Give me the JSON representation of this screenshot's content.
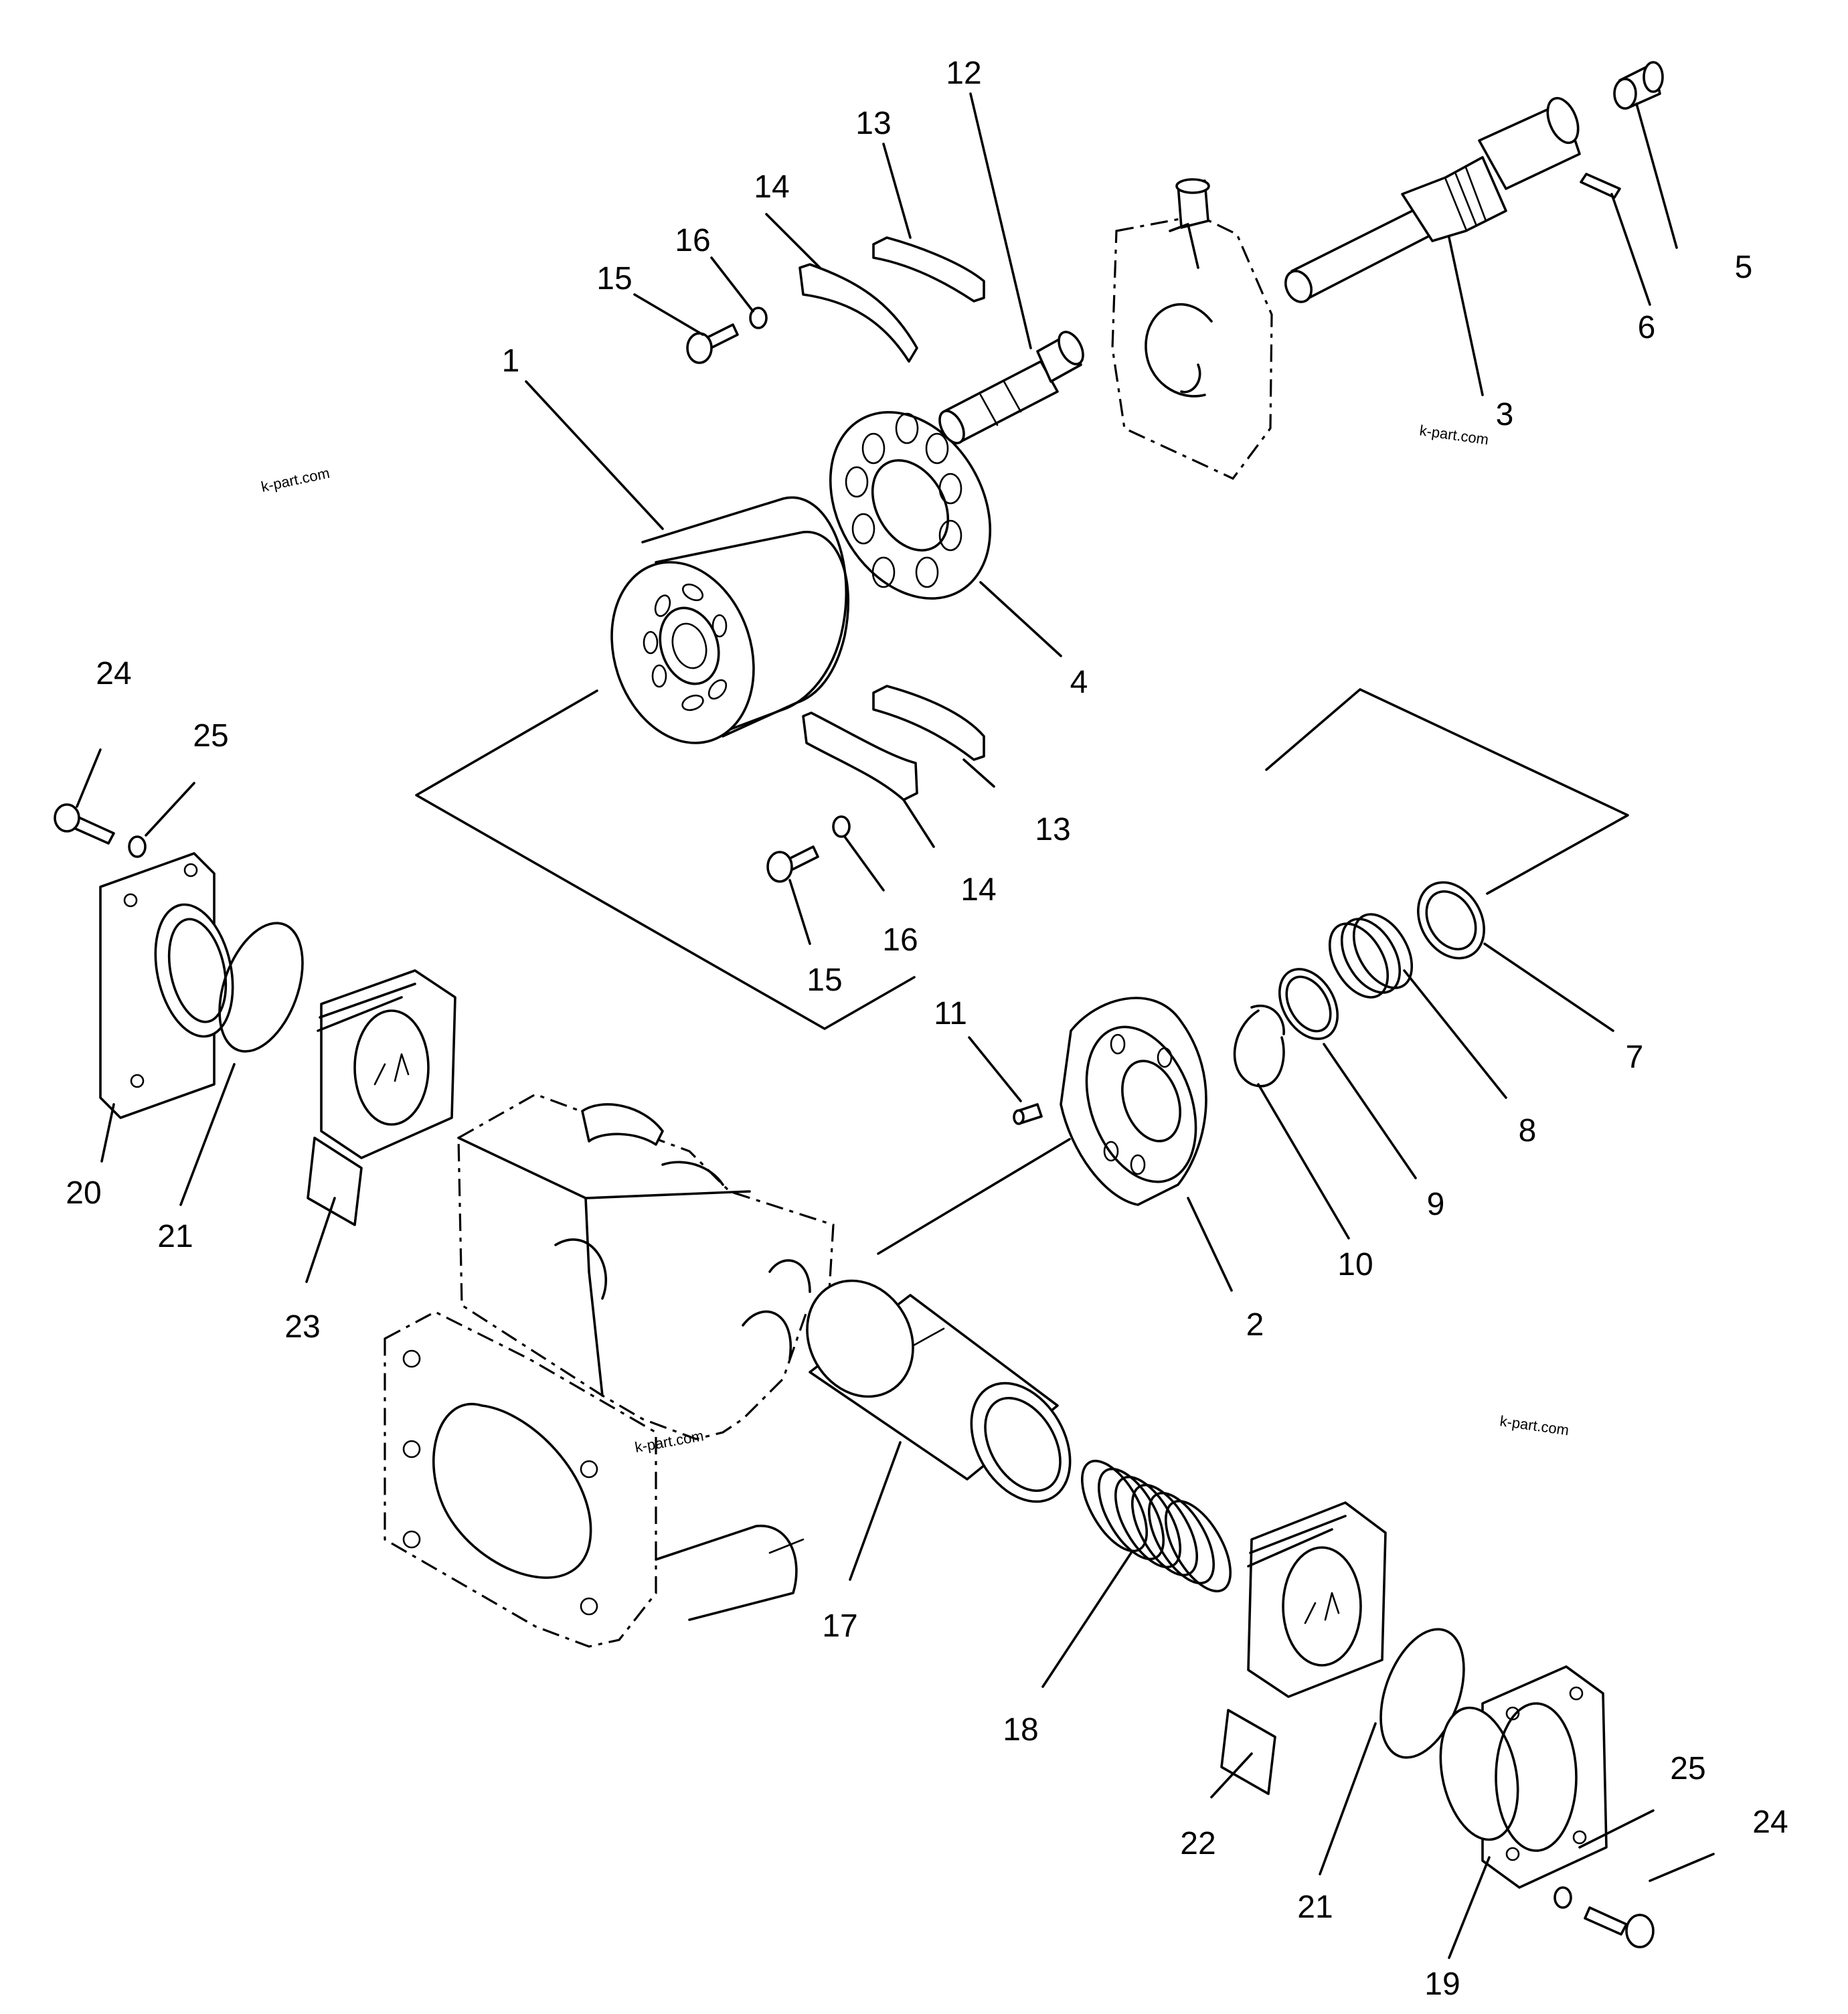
{
  "callouts": [
    {
      "id": "1",
      "text": "1"
    },
    {
      "id": "2",
      "text": "2"
    },
    {
      "id": "3",
      "text": "3"
    },
    {
      "id": "4",
      "text": "4"
    },
    {
      "id": "5",
      "text": "5"
    },
    {
      "id": "6",
      "text": "6"
    },
    {
      "id": "7",
      "text": "7"
    },
    {
      "id": "8",
      "text": "8"
    },
    {
      "id": "9",
      "text": "9"
    },
    {
      "id": "10",
      "text": "10"
    },
    {
      "id": "11",
      "text": "11"
    },
    {
      "id": "12",
      "text": "12"
    },
    {
      "id": "13a",
      "text": "13"
    },
    {
      "id": "13b",
      "text": "13"
    },
    {
      "id": "14a",
      "text": "14"
    },
    {
      "id": "14b",
      "text": "14"
    },
    {
      "id": "15a",
      "text": "15"
    },
    {
      "id": "15b",
      "text": "15"
    },
    {
      "id": "16a",
      "text": "16"
    },
    {
      "id": "16b",
      "text": "16"
    },
    {
      "id": "17",
      "text": "17"
    },
    {
      "id": "18",
      "text": "18"
    },
    {
      "id": "19",
      "text": "19"
    },
    {
      "id": "20",
      "text": "20"
    },
    {
      "id": "21a",
      "text": "21"
    },
    {
      "id": "21b",
      "text": "21"
    },
    {
      "id": "22",
      "text": "22"
    },
    {
      "id": "23",
      "text": "23"
    },
    {
      "id": "24a",
      "text": "24"
    },
    {
      "id": "24b",
      "text": "24"
    },
    {
      "id": "25a",
      "text": "25"
    },
    {
      "id": "25b",
      "text": "25"
    }
  ],
  "watermarks": [
    "k-part.com",
    "k-part.com",
    "k-part.com",
    "k-part.com"
  ],
  "colors": {
    "ink": "#000000",
    "paper": "#ffffff",
    "watermark": "#888888"
  }
}
